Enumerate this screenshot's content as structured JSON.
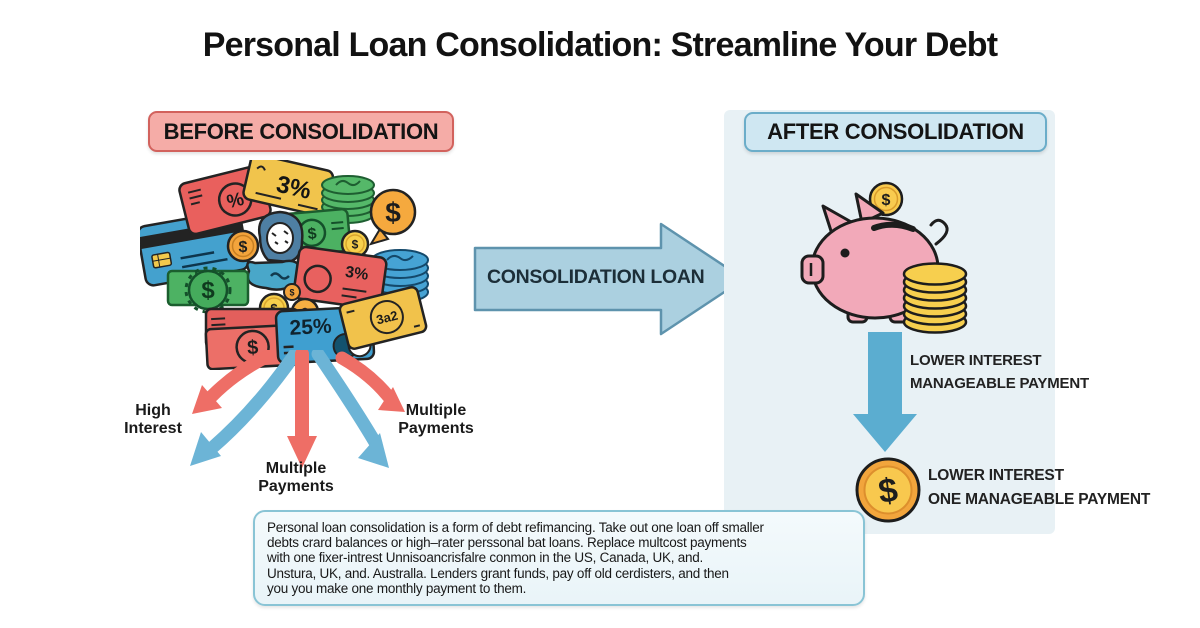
{
  "title": "Personal Loan Consolidation: Streamline Your Debt",
  "before": {
    "header": "BEFORE CONSOLIDATION",
    "badges": {
      "percent": "%",
      "dollar": "$",
      "yellow_card_rate": "3%",
      "red_card_rate": "3%",
      "blue_card_rate": "25%",
      "yellow_card_code": "3a2"
    },
    "labels": {
      "high_interest": "High Interest",
      "multiple_payments_center": "Multiple Payments",
      "multiple_payments_right": "Multiple Payments"
    }
  },
  "consolidation": {
    "label": "CONSOLIDATION LOAN"
  },
  "after": {
    "header": "AFTER CONSOLIDATION",
    "step1": {
      "line1": "LOWER INTEREST",
      "line2": "MANAGEABLE PAYMENT"
    },
    "step2": {
      "line1": "LOWER INTEREST",
      "line2": "ONE MANAGEABLE PAYMENT"
    }
  },
  "description": {
    "lines": [
      "Personal loan consolidation is a form of debt refimancing. Take out one loan off smaller",
      "debts crard balances or high–rater perssonal bat loans. Replace multcost payments",
      "with one fixer-intrest Unnisoancrisfalre conmon in the US, Canada, UK, and.",
      "Unstura, UK, and. Australla. Lenders grant funds, pay off old cerdisters,  and then",
      "you you make one monthly payment to them."
    ]
  },
  "colors": {
    "before_header_bg": "#f5aca7",
    "before_header_border": "#d2625d",
    "after_header_bg": "#cfe7f2",
    "after_header_border": "#6badc9",
    "after_panel_bg": "#e8f1f5",
    "red_arrow": "#ee6e66",
    "blue_arrow": "#6cb4d6",
    "consolidation_arrow_fill": "#abd0e0",
    "consolidation_arrow_stroke": "#5e93ad",
    "piggy_pink": "#f2a9b9",
    "coin_gold": "#f7cb4e",
    "desc_box_border": "#89c4d5"
  }
}
